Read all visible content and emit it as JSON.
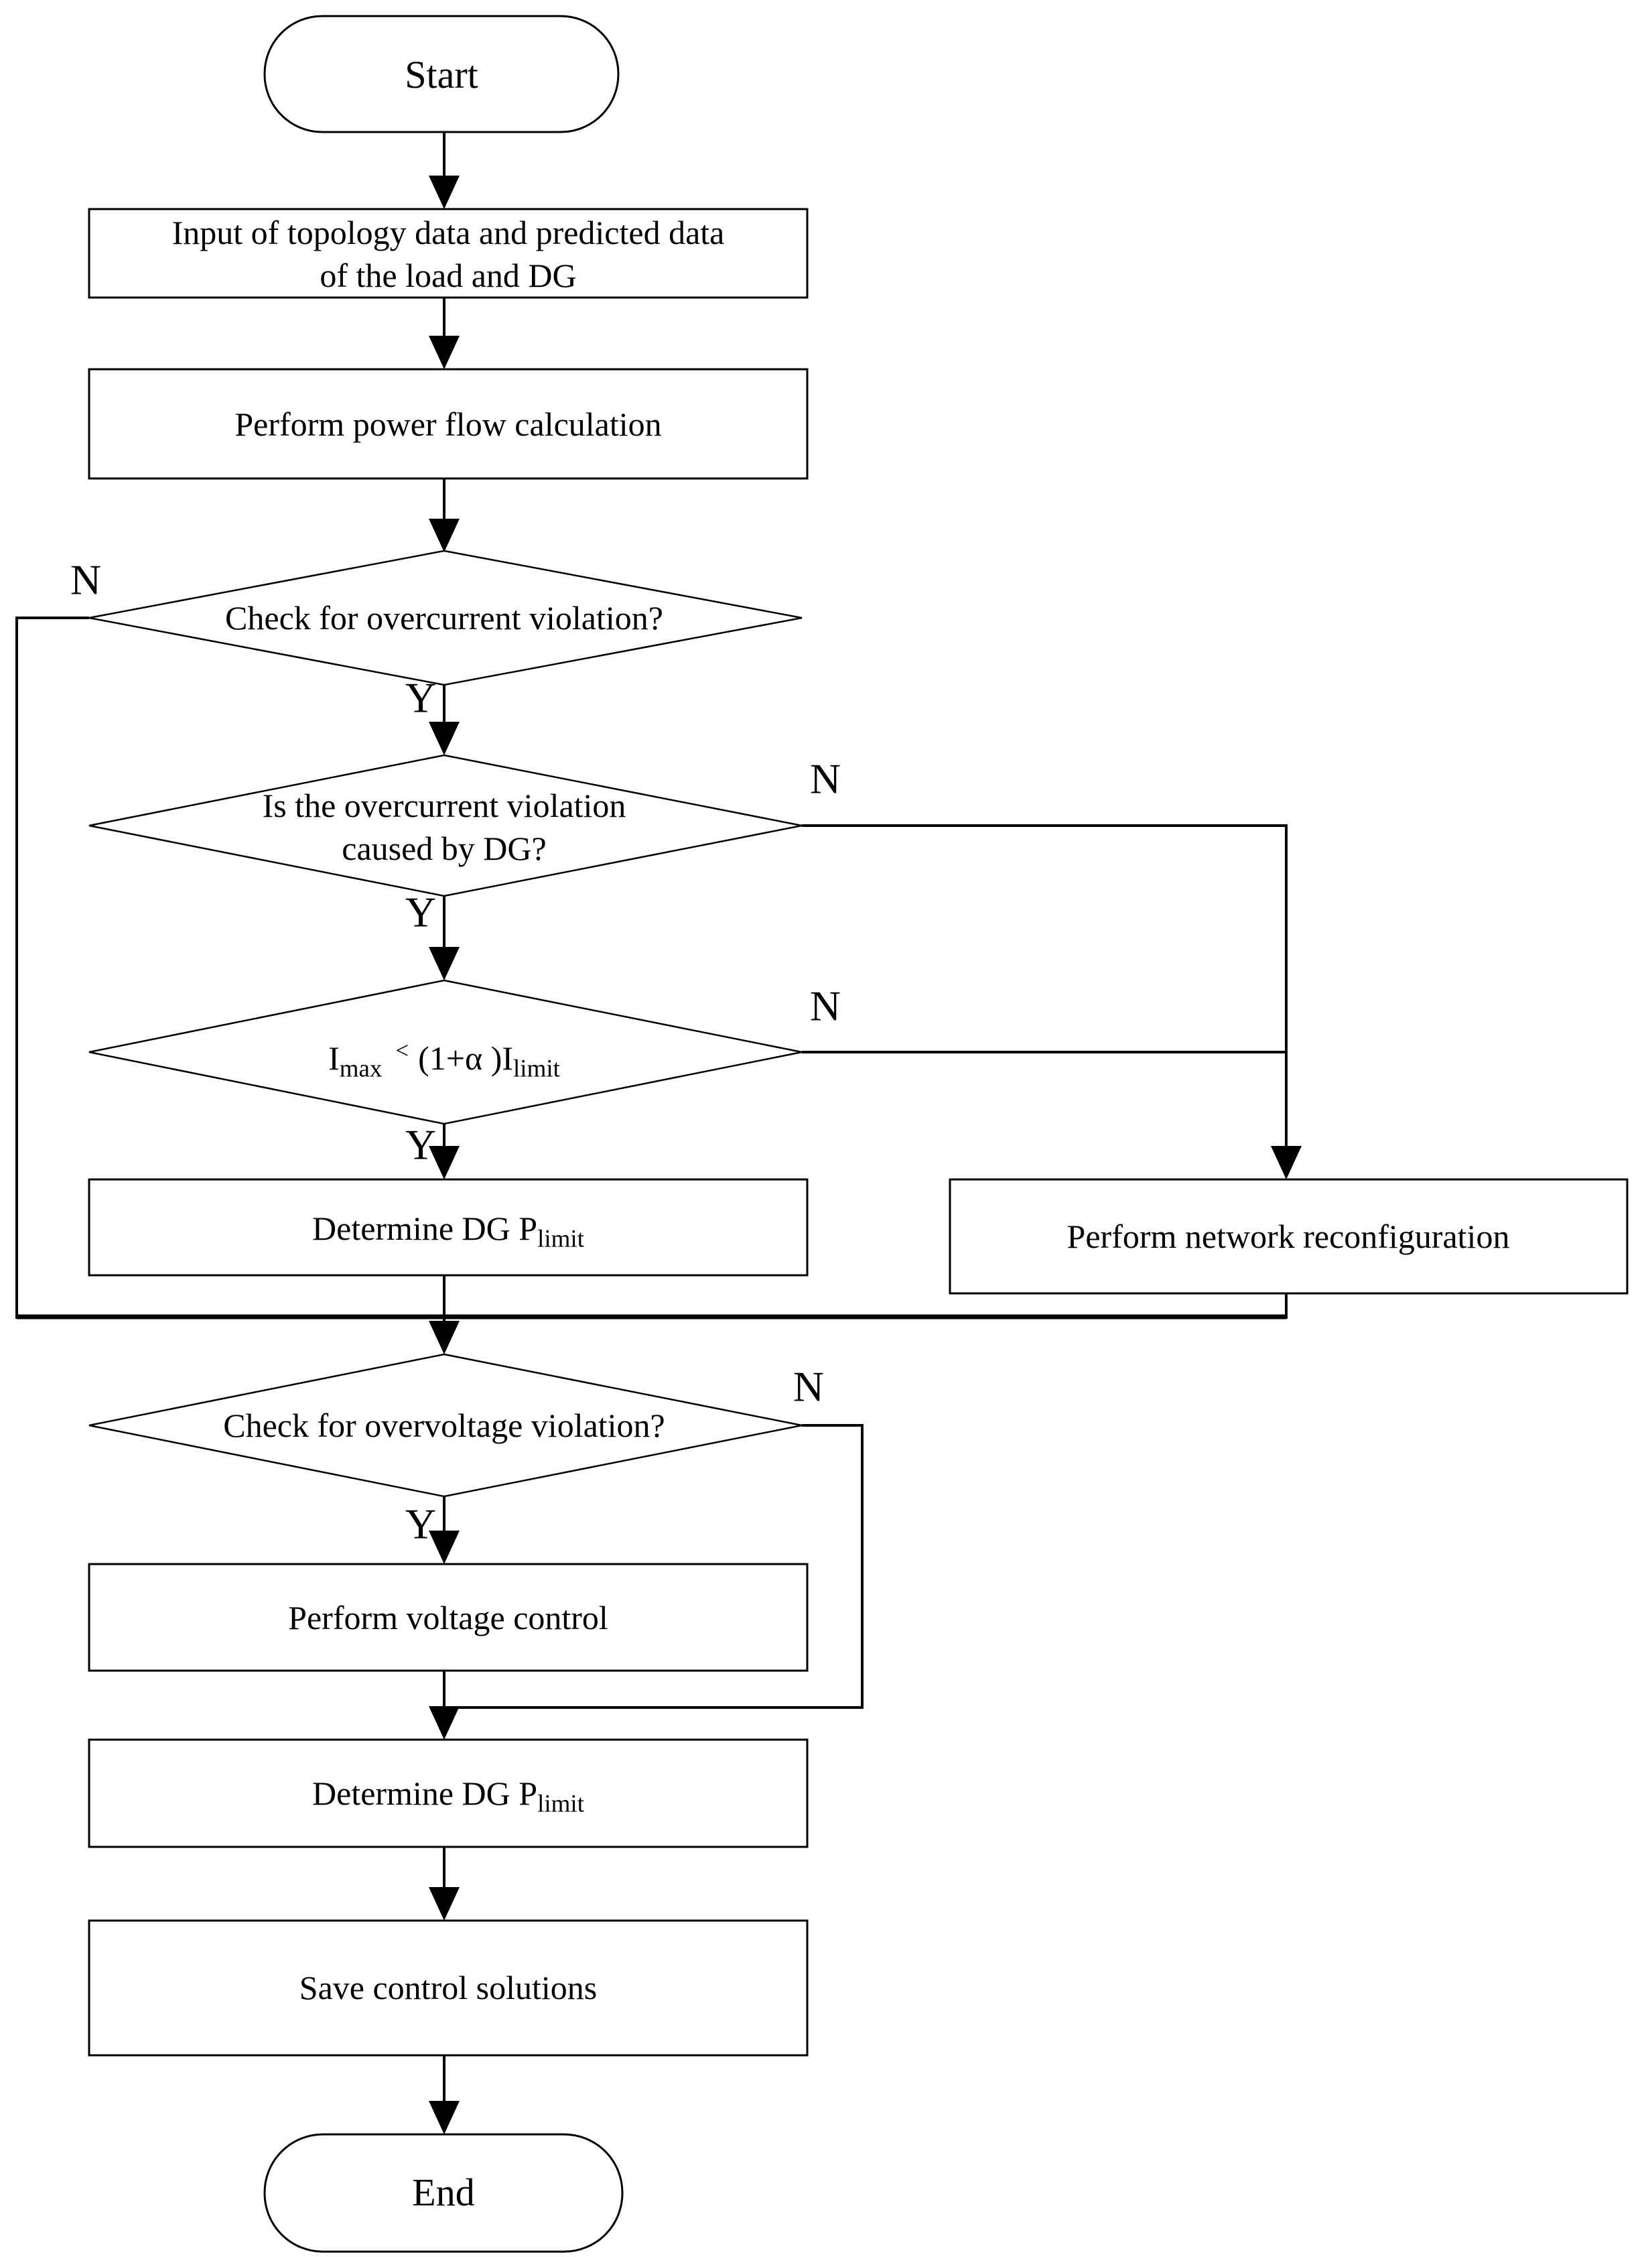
{
  "flow": {
    "start": "Start",
    "input_box": {
      "line1": "Input of topology data and predicted data",
      "line2": "of the load and DG"
    },
    "power_flow_box": "Perform power flow calculation",
    "overcurrent_decision": "Check for overcurrent violation?",
    "dg_cause_decision": {
      "line1": "Is the overcurrent violation",
      "line2": "caused by DG?"
    },
    "current_limit_decision": {
      "i1": "I",
      "i1_sub": "max",
      "op": "<",
      "mid": "(1+α )I",
      "i2_sub": "limit"
    },
    "determine_plimit_box1": {
      "main": "Determine DG P",
      "sub": "limit"
    },
    "network_reconfig_box": "Perform network reconfiguration",
    "overvoltage_decision": "Check for overvoltage violation?",
    "voltage_control_box": "Perform voltage control",
    "determine_plimit_box2": {
      "main": "Determine DG P",
      "sub": "limit"
    },
    "save_box": "Save control solutions",
    "end": "End"
  },
  "branch_labels": {
    "yes": "Y",
    "no": "N"
  },
  "colors": {
    "line": "#000000",
    "text": "#000000",
    "background": "#ffffff"
  }
}
